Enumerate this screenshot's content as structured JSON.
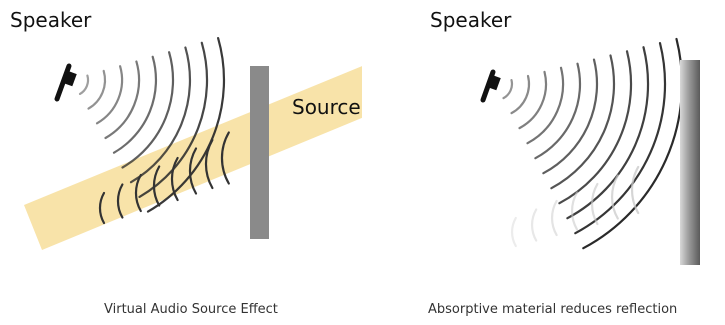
{
  "left": {
    "heading": "Speaker",
    "band_label": "Source",
    "caption": "Virtual Audio Source Effect"
  },
  "right": {
    "heading": "Speaker",
    "caption": "Absorptive material reduces reflection"
  },
  "colors": {
    "wave": "#2a2a2a",
    "wave_faded": "#c8c8c8",
    "wall_left": "#8a8a8a",
    "band_fill": "#f6d98c",
    "speaker": "#111111"
  }
}
